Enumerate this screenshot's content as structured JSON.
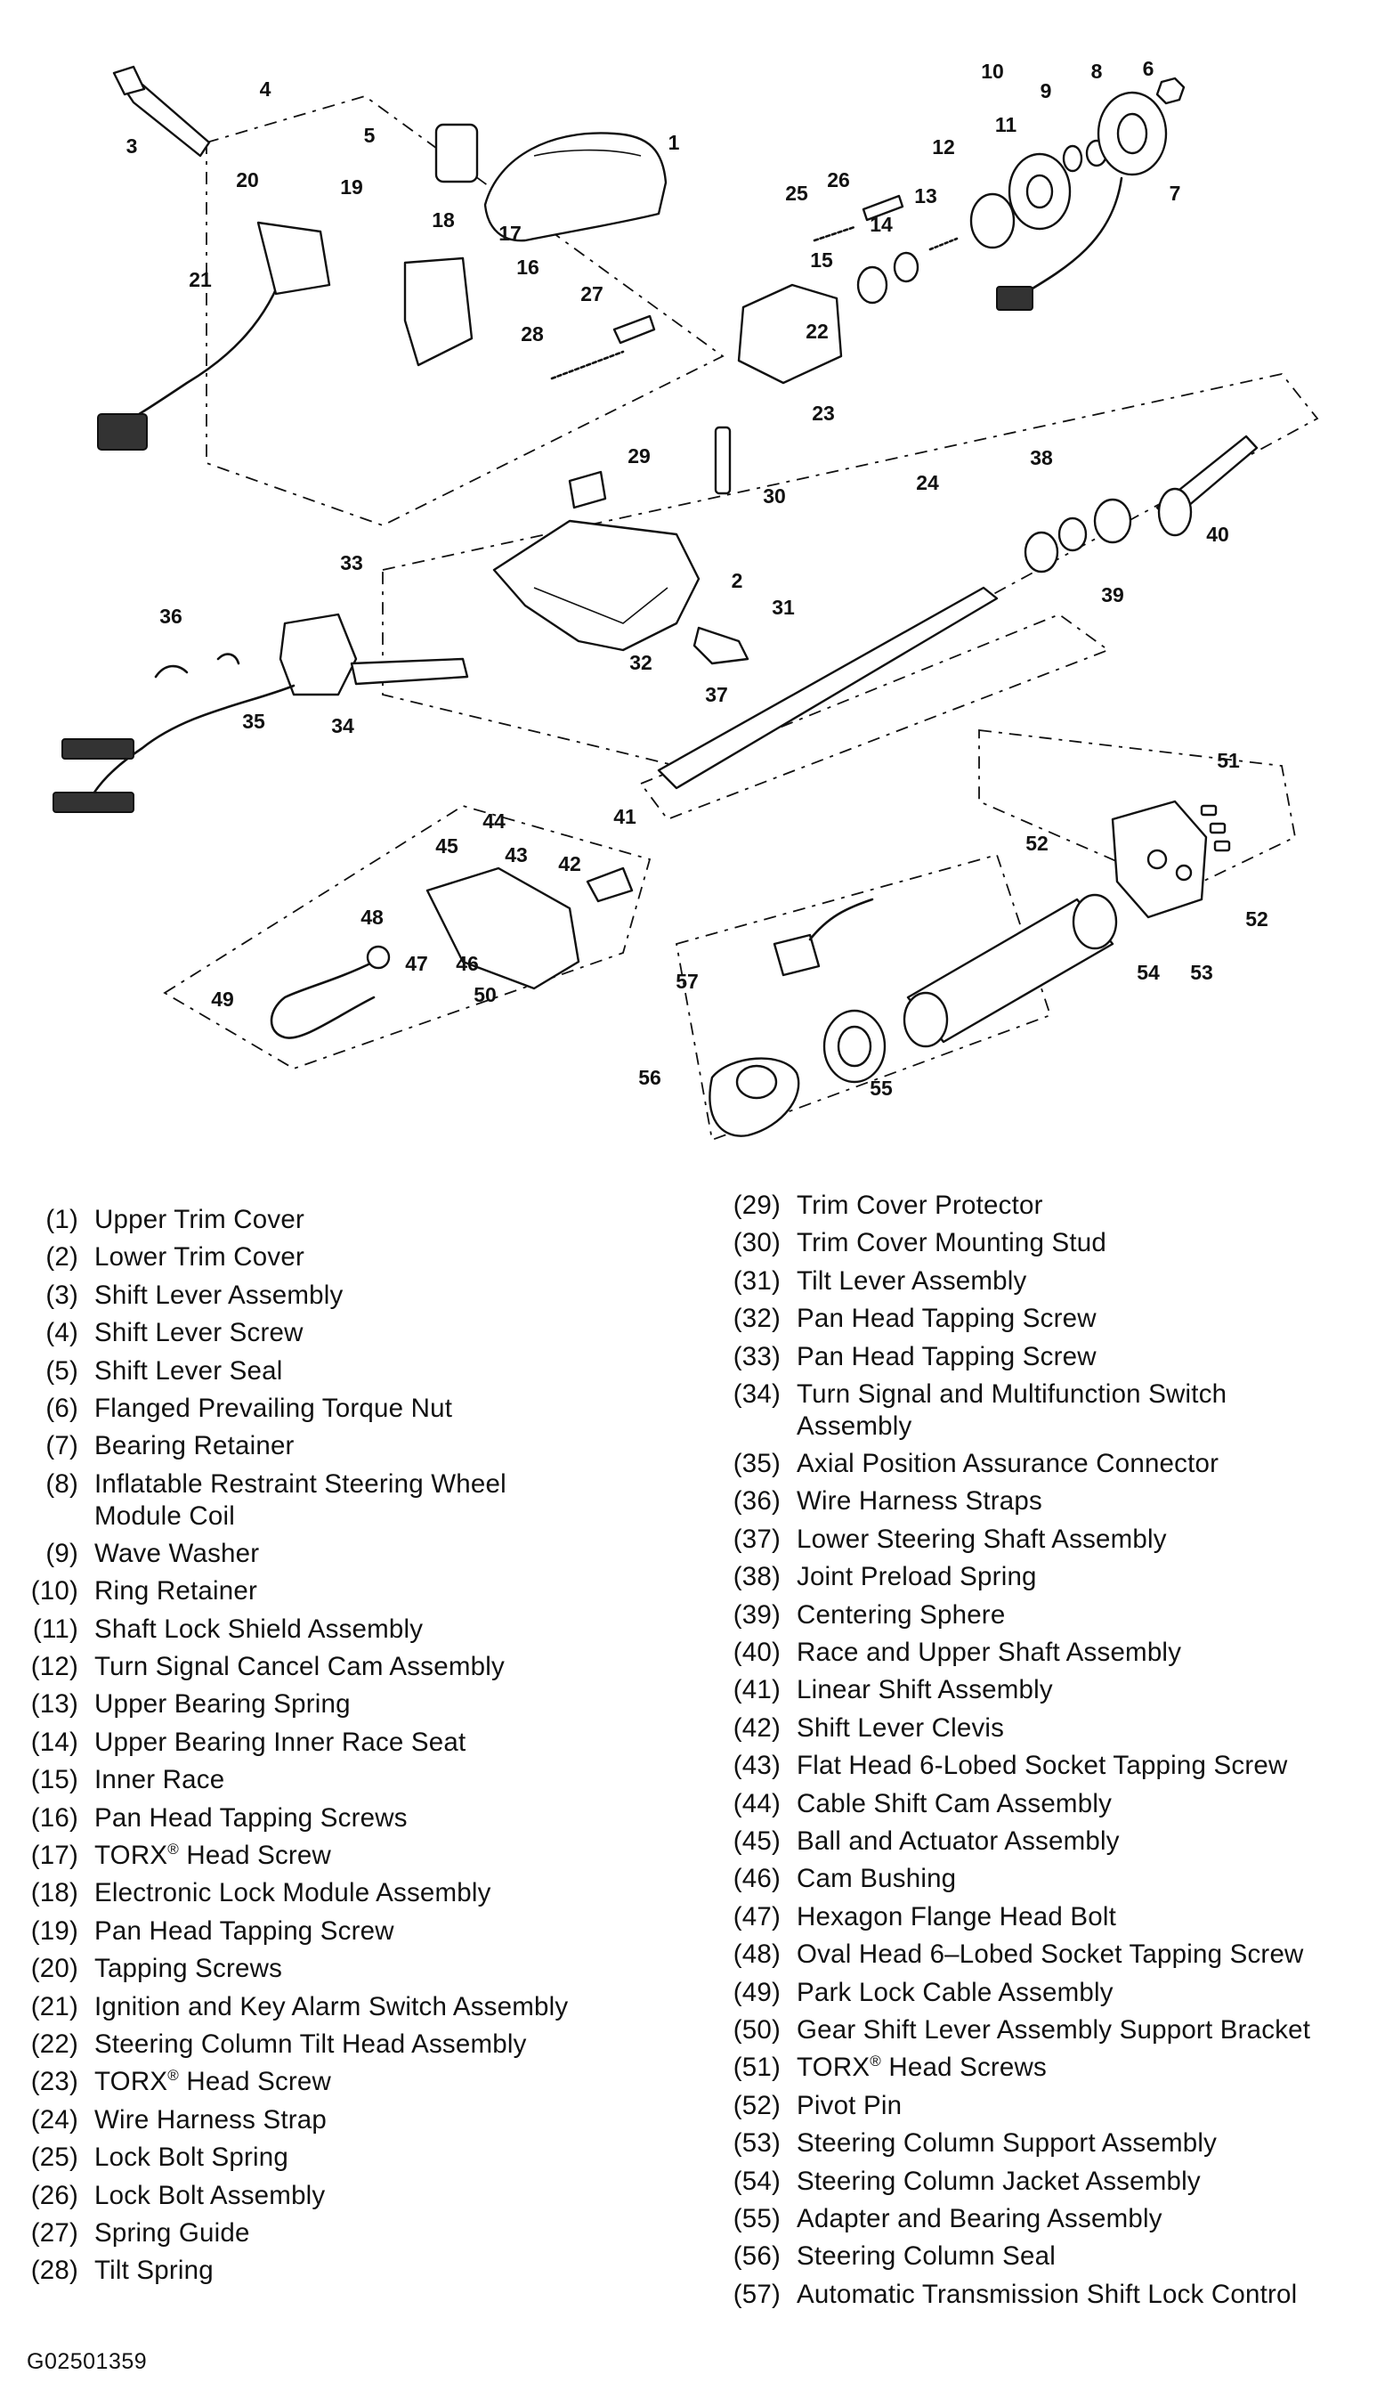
{
  "figure_id": "G02501359",
  "callouts": [
    "1",
    "2",
    "3",
    "4",
    "5",
    "6",
    "7",
    "8",
    "9",
    "10",
    "11",
    "12",
    "13",
    "14",
    "15",
    "16",
    "17",
    "18",
    "19",
    "20",
    "21",
    "22",
    "23",
    "24",
    "25",
    "26",
    "27",
    "28",
    "29",
    "30",
    "31",
    "32",
    "33",
    "34",
    "35",
    "36",
    "37",
    "38",
    "39",
    "40",
    "41",
    "42",
    "43",
    "44",
    "45",
    "46",
    "47",
    "48",
    "49",
    "50",
    "51",
    "52",
    "52",
    "53",
    "54",
    "55",
    "56",
    "57"
  ],
  "legend_left": [
    {
      "num": "(1)",
      "text": "Upper Trim Cover"
    },
    {
      "num": "(2)",
      "text": "Lower Trim Cover"
    },
    {
      "num": "(3)",
      "text": "Shift Lever Assembly"
    },
    {
      "num": "(4)",
      "text": "Shift Lever Screw"
    },
    {
      "num": "(5)",
      "text": "Shift Lever Seal"
    },
    {
      "num": "(6)",
      "text": "Flanged Prevailing Torque Nut"
    },
    {
      "num": "(7)",
      "text": "Bearing Retainer"
    },
    {
      "num": "(8)",
      "text": "Inflatable Restraint Steering Wheel\nModule Coil"
    },
    {
      "num": "(9)",
      "text": "Wave Washer"
    },
    {
      "num": "(10)",
      "text": "Ring Retainer"
    },
    {
      "num": "(11)",
      "text": "Shaft Lock Shield Assembly"
    },
    {
      "num": "(12)",
      "text": "Turn Signal Cancel Cam Assembly"
    },
    {
      "num": "(13)",
      "text": "Upper Bearing Spring"
    },
    {
      "num": "(14)",
      "text": "Upper Bearing Inner Race Seat"
    },
    {
      "num": "(15)",
      "text": "Inner Race"
    },
    {
      "num": "(16)",
      "text": "Pan Head Tapping Screws"
    },
    {
      "num": "(17)",
      "text": "TORX® Head Screw"
    },
    {
      "num": "(18)",
      "text": "Electronic Lock Module Assembly"
    },
    {
      "num": "(19)",
      "text": "Pan Head Tapping Screw"
    },
    {
      "num": "(20)",
      "text": "Tapping Screws"
    },
    {
      "num": "(21)",
      "text": "Ignition and Key Alarm Switch Assembly"
    },
    {
      "num": "(22)",
      "text": "Steering Column Tilt Head Assembly"
    },
    {
      "num": "(23)",
      "text": "TORX® Head Screw"
    },
    {
      "num": "(24)",
      "text": "Wire Harness Strap"
    },
    {
      "num": "(25)",
      "text": "Lock Bolt Spring"
    },
    {
      "num": "(26)",
      "text": "Lock Bolt Assembly"
    },
    {
      "num": "(27)",
      "text": "Spring Guide"
    },
    {
      "num": "(28)",
      "text": "Tilt Spring"
    }
  ],
  "legend_right": [
    {
      "num": "(29)",
      "text": "Trim Cover Protector"
    },
    {
      "num": "(30)",
      "text": "Trim Cover Mounting Stud"
    },
    {
      "num": "(31)",
      "text": "Tilt Lever Assembly"
    },
    {
      "num": "(32)",
      "text": "Pan Head Tapping Screw"
    },
    {
      "num": "(33)",
      "text": "Pan Head Tapping Screw"
    },
    {
      "num": "(34)",
      "text": "Turn Signal and Multifunction Switch\nAssembly"
    },
    {
      "num": "(35)",
      "text": "Axial Position Assurance Connector"
    },
    {
      "num": "(36)",
      "text": "Wire Harness Straps"
    },
    {
      "num": "(37)",
      "text": "Lower Steering Shaft Assembly"
    },
    {
      "num": "(38)",
      "text": "Joint Preload Spring"
    },
    {
      "num": "(39)",
      "text": "Centering Sphere"
    },
    {
      "num": "(40)",
      "text": "Race and Upper Shaft Assembly"
    },
    {
      "num": "(41)",
      "text": "Linear Shift Assembly"
    },
    {
      "num": "(42)",
      "text": "Shift Lever Clevis"
    },
    {
      "num": "(43)",
      "text": "Flat Head 6-Lobed Socket Tapping Screw"
    },
    {
      "num": "(44)",
      "text": "Cable Shift Cam Assembly"
    },
    {
      "num": "(45)",
      "text": "Ball and Actuator Assembly"
    },
    {
      "num": "(46)",
      "text": "Cam Bushing"
    },
    {
      "num": "(47)",
      "text": "Hexagon Flange Head Bolt"
    },
    {
      "num": "(48)",
      "text": "Oval Head 6–Lobed Socket Tapping Screw"
    },
    {
      "num": "(49)",
      "text": "Park Lock Cable Assembly"
    },
    {
      "num": "(50)",
      "text": "Gear Shift Lever Assembly Support Bracket"
    },
    {
      "num": "(51)",
      "text": "TORX® Head Screws"
    },
    {
      "num": "(52)",
      "text": "Pivot Pin"
    },
    {
      "num": "(53)",
      "text": "Steering Column Support Assembly"
    },
    {
      "num": "(54)",
      "text": "Steering Column Jacket Assembly"
    },
    {
      "num": "(55)",
      "text": "Adapter and Bearing Assembly"
    },
    {
      "num": "(56)",
      "text": "Steering Column Seal"
    },
    {
      "num": "(57)",
      "text": "Automatic Transmission Shift Lock Control"
    }
  ]
}
